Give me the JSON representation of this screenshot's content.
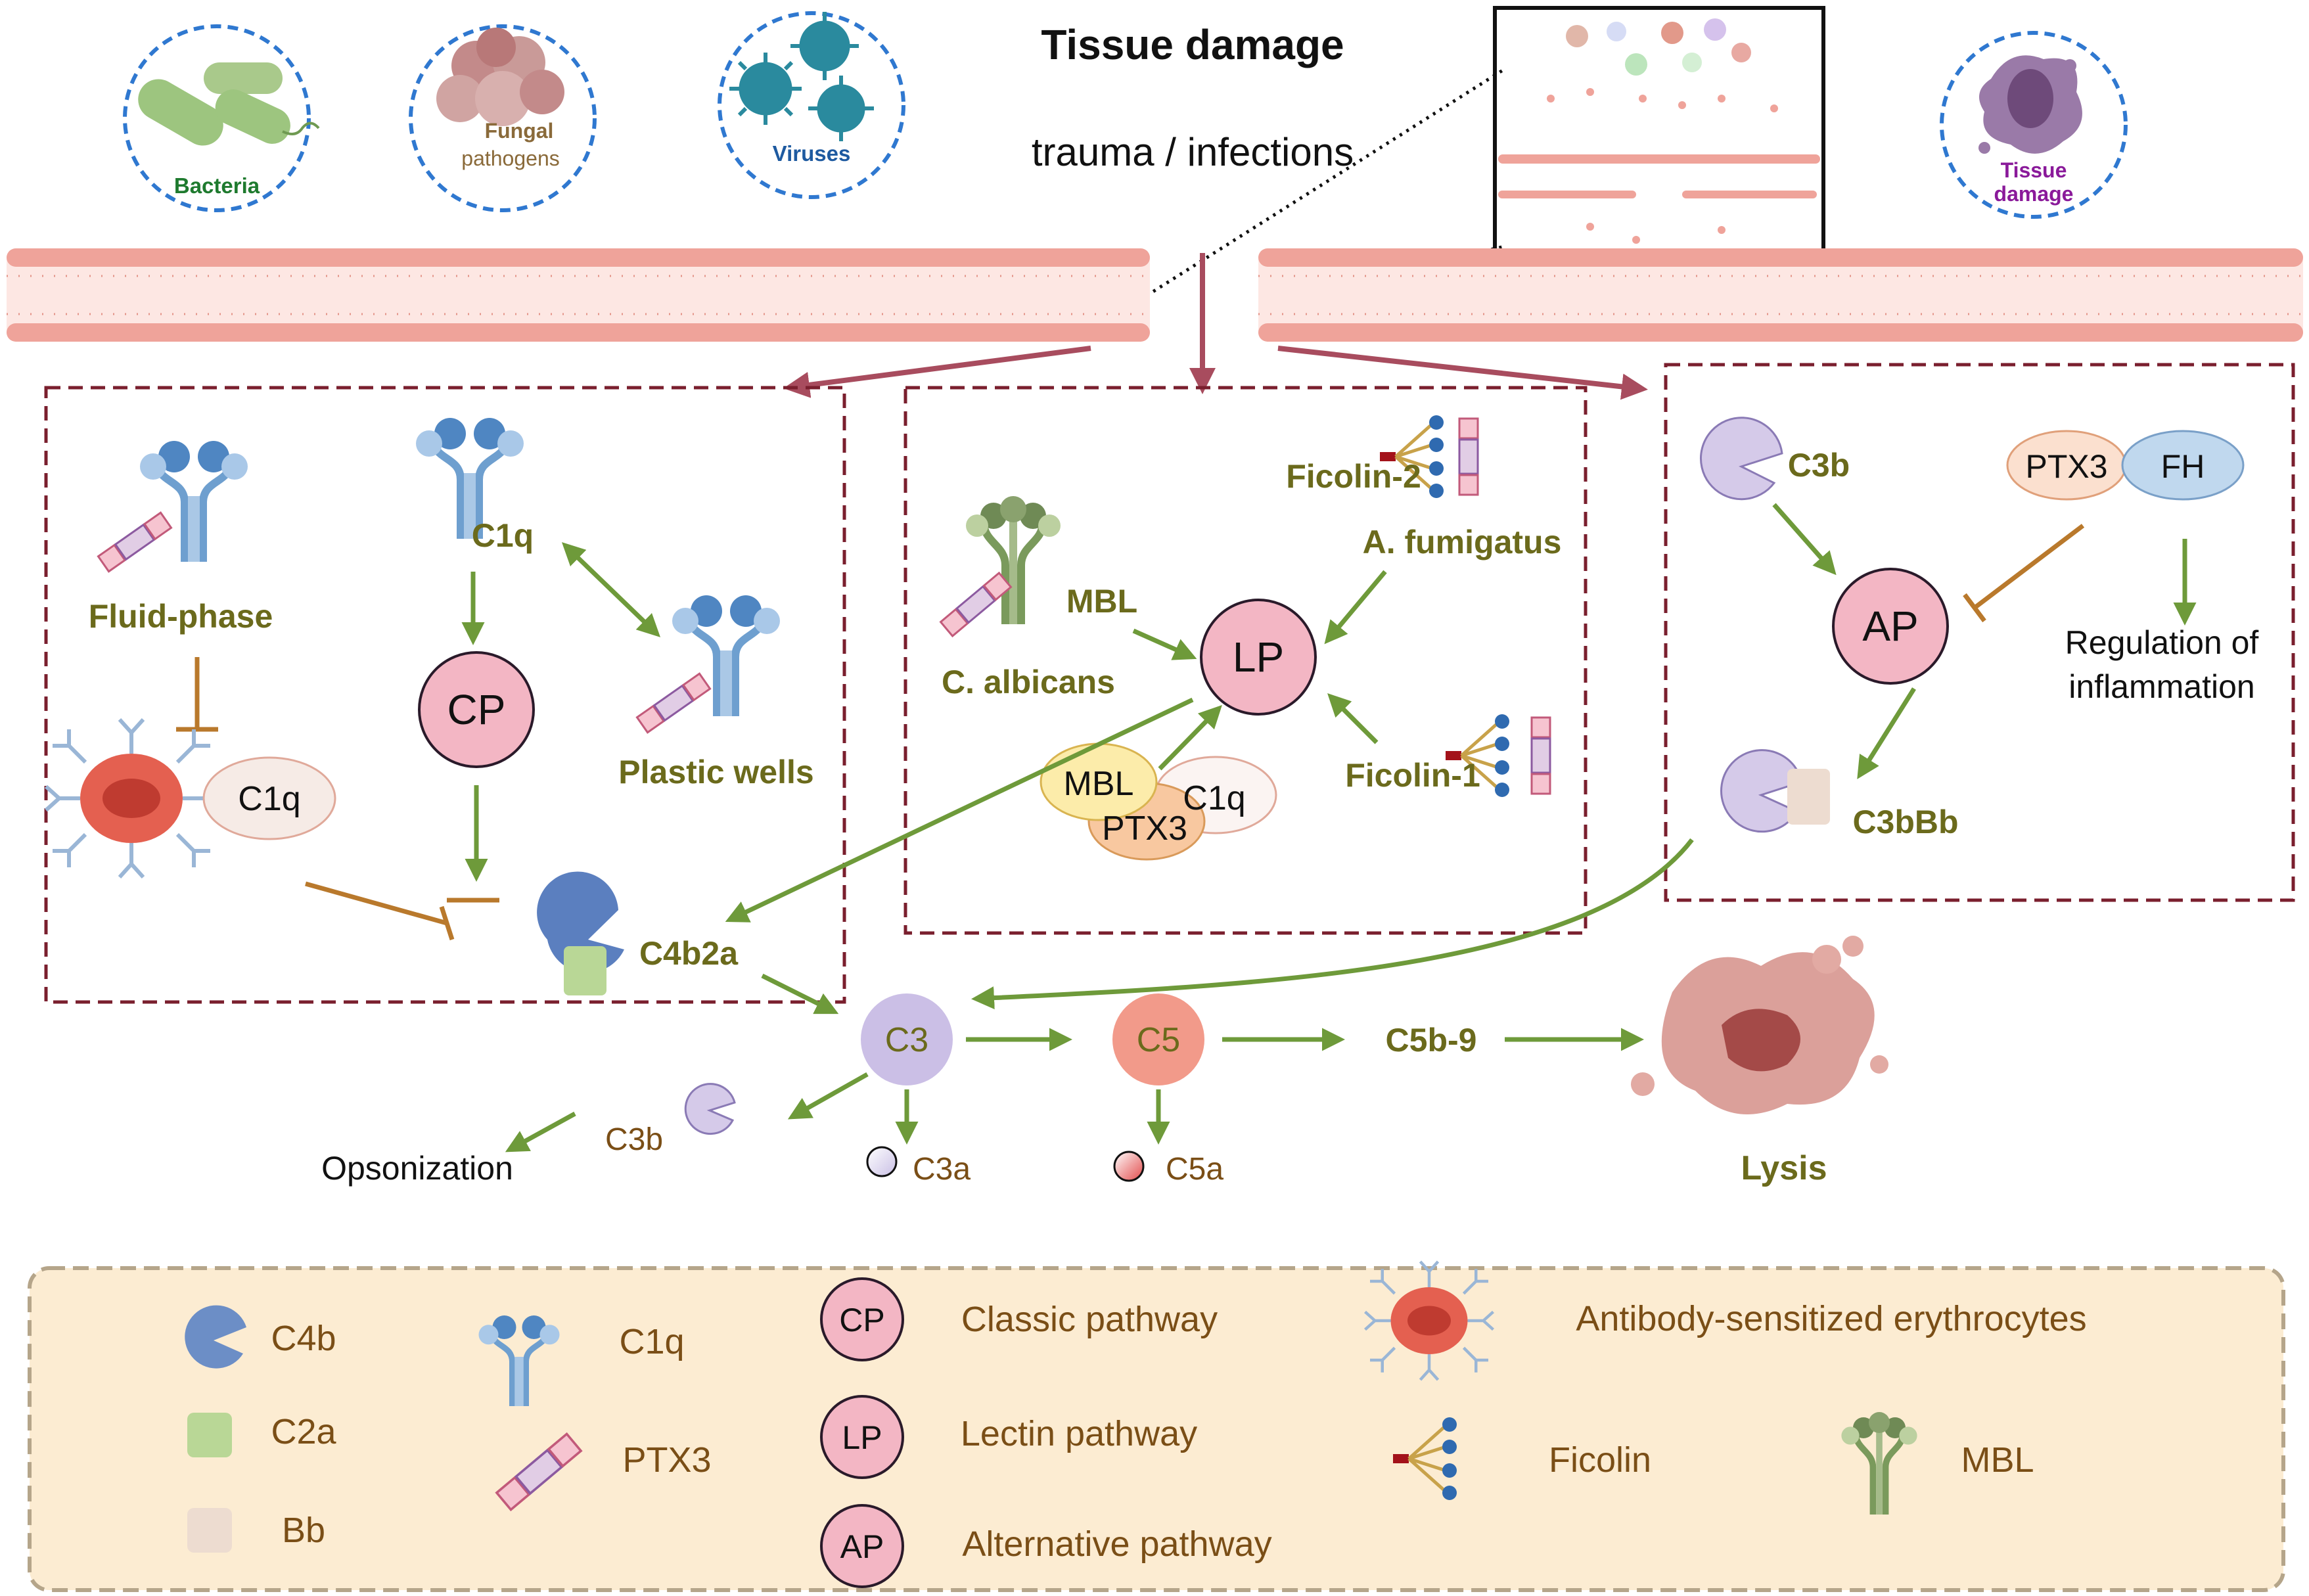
{
  "header": {
    "title": "Tissue damage",
    "subtitle": "trauma / infections"
  },
  "pathogens": {
    "bacteria": "Bacteria",
    "fungal_1": "Fungal",
    "fungal_2": "pathogens",
    "viruses": "Viruses",
    "tissue_1": "Tissue",
    "tissue_2": "damage"
  },
  "cp_panel": {
    "fluid_phase": "Fluid-phase",
    "c1q": "C1q",
    "cp": "CP",
    "c1q_bubble": "C1q",
    "plastic_wells": "Plastic wells",
    "c4b2a": "C4b2a"
  },
  "lp_panel": {
    "ficolin2": "Ficolin-2",
    "a_fumigatus": "A. fumigatus",
    "mbl": "MBL",
    "lp": "LP",
    "c_albicans": "C. albicans",
    "ficolin1": "Ficolin-1",
    "cx_mbl": "MBL",
    "cx_c1q": "C1q",
    "cx_ptx3": "PTX3"
  },
  "ap_panel": {
    "c3b": "C3b",
    "ptx3": "PTX3",
    "fh": "FH",
    "ap": "AP",
    "reg_1": "Regulation of",
    "reg_2": "inflammation",
    "c3bbb": "C3bBb"
  },
  "cascade": {
    "c3": "C3",
    "c5": "C5",
    "c5b9": "C5b-9",
    "lysis": "Lysis",
    "c3b": "C3b",
    "opsonization": "Opsonization",
    "c3a": "C3a",
    "c5a": "C5a"
  },
  "legend": {
    "c4b": "C4b",
    "c2a": "C2a",
    "bb": "Bb",
    "c1q": "C1q",
    "ptx3": "PTX3",
    "cp_abbr": "CP",
    "cp_text": "Classic pathway",
    "lp_abbr": "LP",
    "lp_text": "Lectin pathway",
    "ap_abbr": "AP",
    "ap_text": "Alternative pathway",
    "erythro": "Antibody-sensitized erythrocytes",
    "ficolin": "Ficolin",
    "mbl": "MBL"
  },
  "colors": {
    "membrane": "#efa39a",
    "arrow_green": "#6e9a3a",
    "inhibit": "#b9792c",
    "panel_border": "#7a1f2e",
    "pathway_circle": "#f3b6c4",
    "c3_circle": "#cbbfe6",
    "c5_circle": "#f29a8a",
    "legend_bg": "#fcecd2",
    "c4b": "#6c8ec6",
    "c2a": "#b9d796",
    "bb": "#eddcd0"
  }
}
